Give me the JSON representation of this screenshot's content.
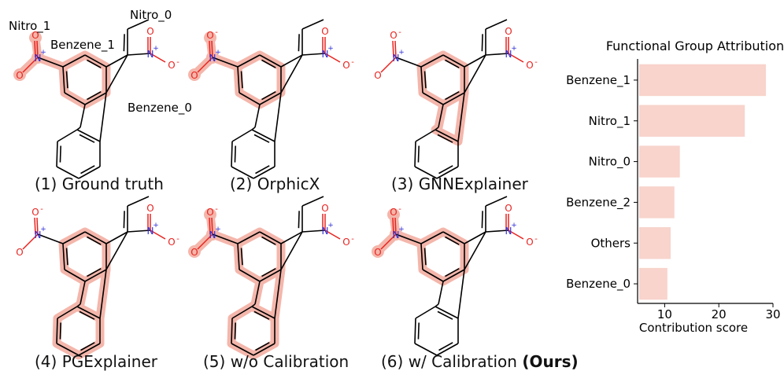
{
  "gt_labels": {
    "nitro_1": "Nitro_1",
    "nitro_0": "Nitro_0",
    "benzene_1": "Benzene_1",
    "benzene_0": "Benzene_0"
  },
  "atoms": {
    "O": "O",
    "N": "N",
    "plus": "+",
    "minus": "-"
  },
  "highlight_color": "#f4b6ab",
  "atom_colors": {
    "O": "#e8231f",
    "N": "#2a2ad6"
  },
  "panels": [
    {
      "caption": "(1) Ground truth",
      "highlight": [
        "nitroL",
        "benzene1"
      ]
    },
    {
      "caption": "(2) OrphicX",
      "highlight": [
        "benzene1",
        "nitroL"
      ]
    },
    {
      "caption": "(3) GNNExplainer",
      "highlight": [
        "benzene1",
        "fivering"
      ]
    },
    {
      "caption": "(4) PGExplainer",
      "highlight": [
        "benzene1",
        "fivering",
        "bottomring"
      ]
    },
    {
      "caption": "(5) w/o Calibration",
      "highlight": [
        "benzene1",
        "fivering",
        "bottomring",
        "nitroL"
      ]
    },
    {
      "caption": "(6) w/ Calibration ",
      "caption_bold": "(Ours)",
      "highlight": [
        "nitroL",
        "benzene1"
      ]
    }
  ],
  "chart_data": {
    "type": "bar",
    "orientation": "horizontal",
    "title": "Functional Group Attribution",
    "xlabel": "Contribution score",
    "ylabel": "",
    "categories": [
      "Benzene_1",
      "Nitro_1",
      "Nitro_0",
      "Benzene_2",
      "Others",
      "Benzene_0"
    ],
    "values": [
      28.7,
      24.8,
      12.8,
      11.8,
      11.1,
      10.5
    ],
    "xlim": [
      5,
      30
    ],
    "xticks": [
      "10",
      "20",
      "30"
    ],
    "bar_color": "#f8d4cc",
    "grid": false,
    "legend": "none"
  }
}
